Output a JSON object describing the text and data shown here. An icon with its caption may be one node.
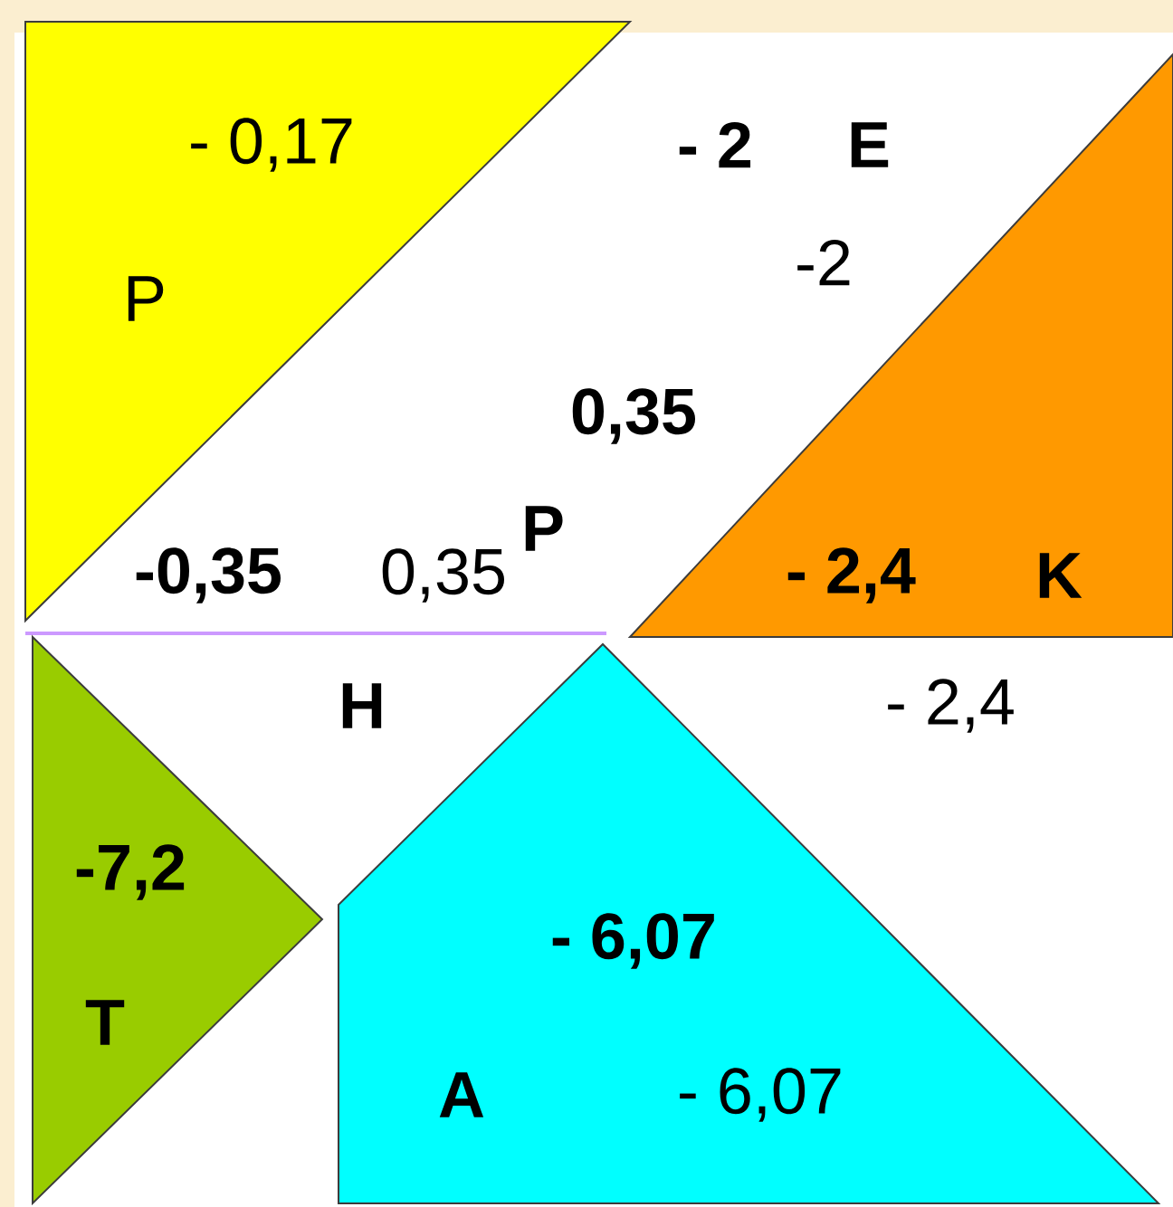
{
  "diagram": {
    "nodes": [
      {
        "text": [
          "- 0,17",
          "P"
        ]
      },
      {
        "text": [],
        "shape": "triangle"
      },
      {
        "text": [
          "-7,2",
          "T"
        ]
      },
      {
        "text": [
          "- 6,07",
          "A",
          "- 6,07"
        ]
      }
    ],
    "labels": [
      "- 2",
      "E",
      "-2",
      "0,35",
      "P",
      "-0,35",
      "0,35",
      "Н",
      "- 2,4",
      "K",
      "- 2,4"
    ]
  }
}
